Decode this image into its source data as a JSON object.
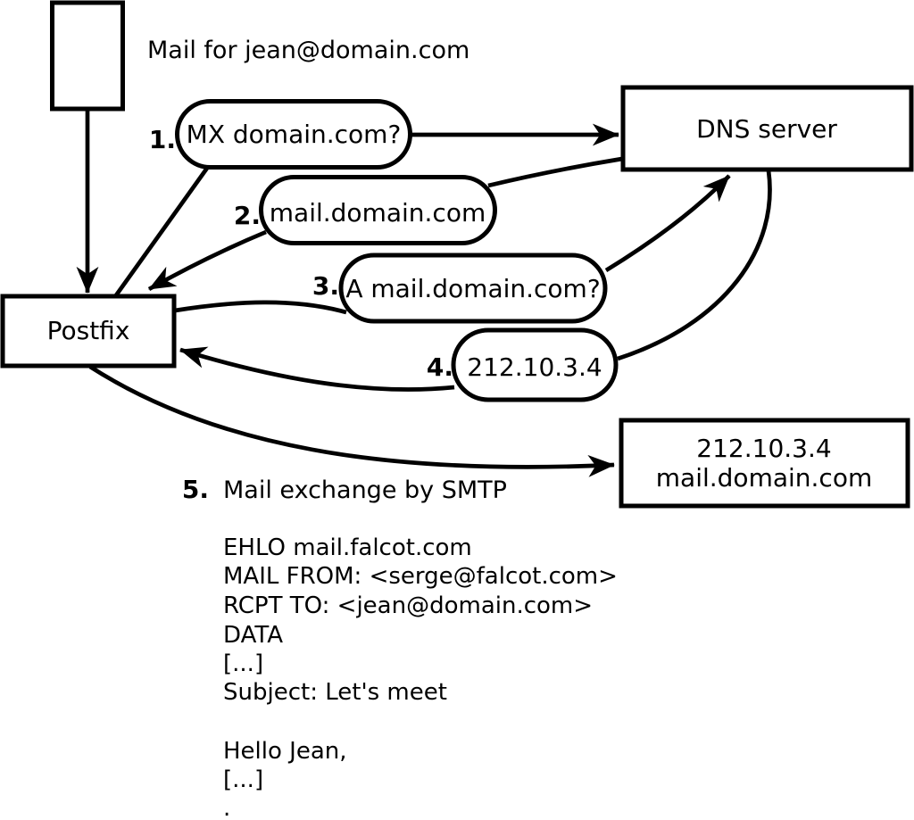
{
  "diagram": {
    "title_label": "Mail for jean@domain.com",
    "colors": {
      "stroke": "#000000",
      "background": "#ffffff"
    },
    "nodes": {
      "postfix": {
        "label": "Postfix"
      },
      "dns_server": {
        "label": "DNS server"
      },
      "mail_server": {
        "line1": "212.10.3.4",
        "line2": "mail.domain.com"
      }
    },
    "steps": [
      {
        "num": "1.",
        "label": "MX domain.com?"
      },
      {
        "num": "2.",
        "label": "mail.domain.com"
      },
      {
        "num": "3.",
        "label": "A mail.domain.com?"
      },
      {
        "num": "4.",
        "label": "212.10.3.4"
      },
      {
        "num": "5.",
        "label": "Mail exchange by SMTP"
      }
    ],
    "smtp_session": {
      "lines": [
        "EHLO mail.falcot.com",
        "MAIL FROM: <serge@falcot.com>",
        "RCPT TO: <jean@domain.com>",
        "DATA",
        "[...]",
        "Subject: Let's meet",
        "",
        "Hello Jean,",
        "[...]",
        "."
      ]
    }
  }
}
